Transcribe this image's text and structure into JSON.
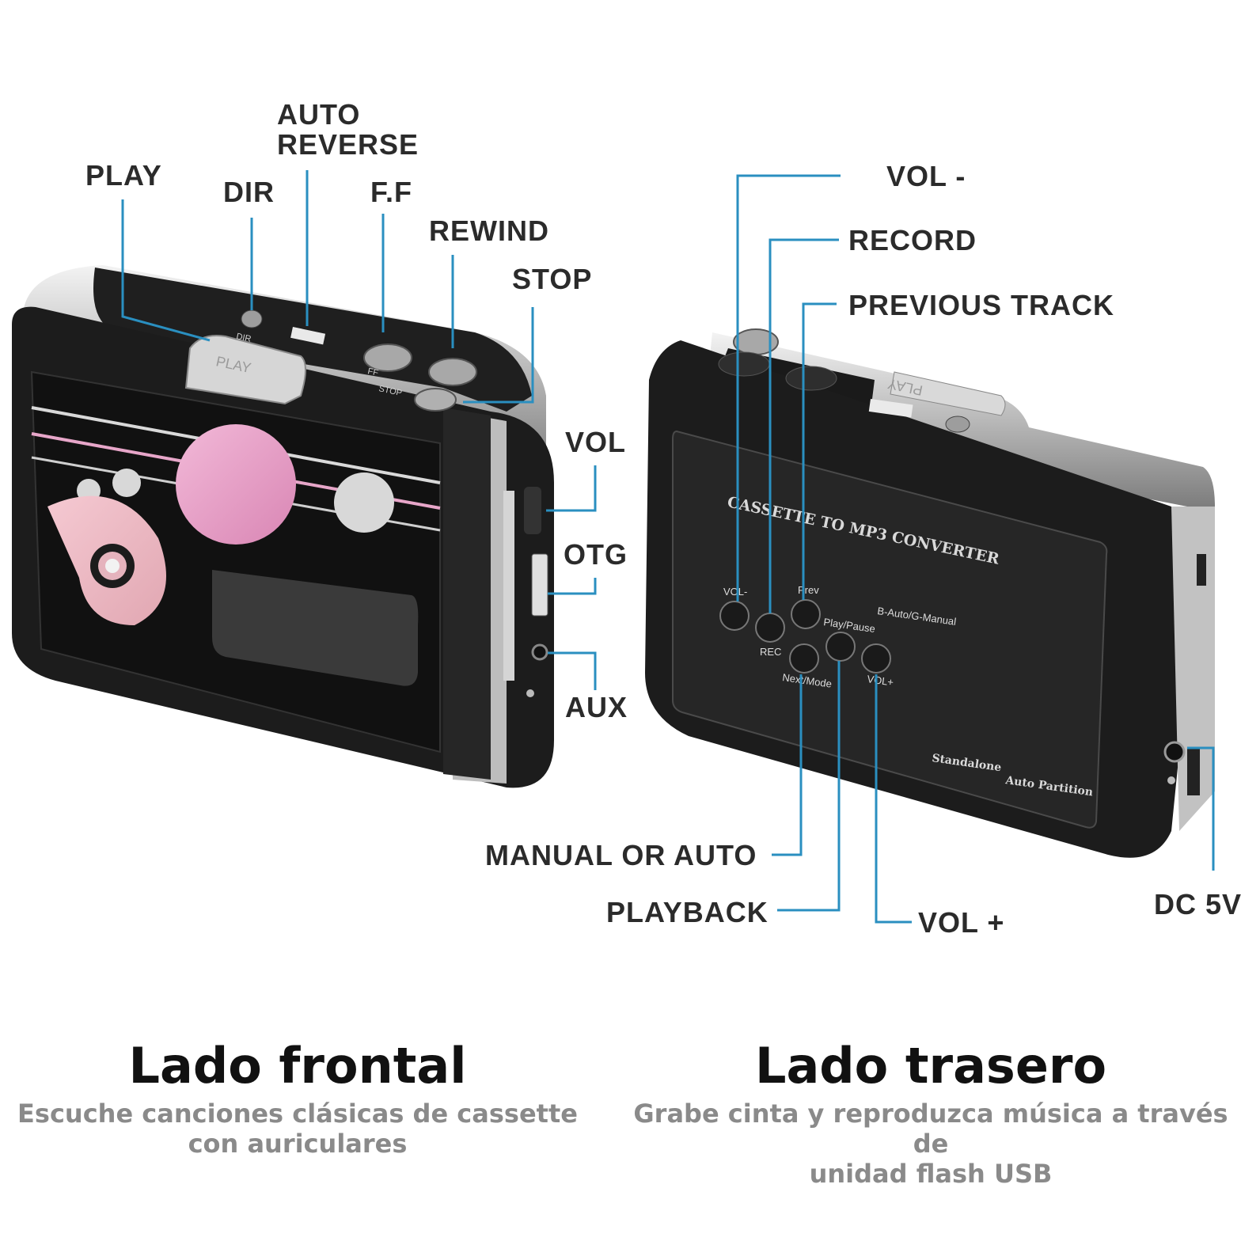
{
  "front": {
    "labels": {
      "play": "PLAY",
      "dir": "DIR",
      "auto_reverse_line1": "AUTO",
      "auto_reverse_line2": "REVERSE",
      "ff": "F.F",
      "rewind": "REWIND",
      "stop": "STOP",
      "vol": "VOL",
      "otg": "OTG",
      "aux": "AUX"
    },
    "caption": {
      "title": "Lado frontal",
      "subtitle_line1": "Escuche canciones clásicas de cassette",
      "subtitle_line2": "con auriculares"
    },
    "device": {
      "play_key": "PLAY",
      "dir_text": "DIR",
      "stop_text": "STOP",
      "ff_text": "FF"
    }
  },
  "back": {
    "labels": {
      "vol_minus": "VOL -",
      "record": "RECORD",
      "previous_track": "PREVIOUS TRACK",
      "manual_or_auto": "MANUAL OR AUTO",
      "playback": "PLAYBACK",
      "vol_plus": "VOL +",
      "dc": "DC 5V"
    },
    "caption": {
      "title": "Lado trasero",
      "subtitle_line1": "Grabe cinta y reproduzca música a través de",
      "subtitle_line2": "unidad flash USB"
    },
    "device": {
      "panel_title": "CASSETTE TO MP3 CONVERTER",
      "btn_vol_minus": "VOL-",
      "btn_prev": "Prev",
      "btn_rec": "REC",
      "btn_play_pause": "Play/Pause",
      "btn_mode_switch": "B-Auto/G-Manual",
      "btn_next_mode": "Next/Mode",
      "btn_vol_plus": "VOL+",
      "feature_1": "Standalone",
      "feature_2": "Auto Partition",
      "play_key": "PLAY"
    }
  },
  "colors": {
    "leader_line": "#2a8fc0",
    "device_body": "#1c1c1c",
    "panel": "#262626",
    "silver": "#c9c9c9",
    "pink": "#e7a6c9",
    "label_text": "#2b2b2b",
    "subtitle_text": "#8a8a8a"
  }
}
